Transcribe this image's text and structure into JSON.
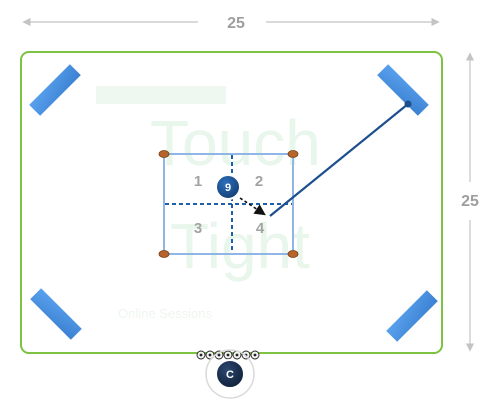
{
  "dimensions": {
    "width_label": "25",
    "height_label": "25"
  },
  "grid": {
    "quadrants": [
      "1",
      "2",
      "3",
      "4"
    ]
  },
  "players": {
    "main": "9",
    "coach": "C"
  },
  "watermark": {
    "line1": "Touch",
    "line2": "Tight",
    "line3": "Online Sessions"
  },
  "colors": {
    "pitch_border": "#7dc242",
    "grid_line": "#1d5fa8",
    "cone": "#b5652c",
    "goal_blue": "#4a90e2",
    "player": "#1a4f8b",
    "coach": "#1c3152",
    "dimension": "#9e9e9e"
  },
  "icons": {
    "balls": "soccer-ball-icon",
    "cones": "cone-icon",
    "goals": "mini-goal-icon"
  }
}
